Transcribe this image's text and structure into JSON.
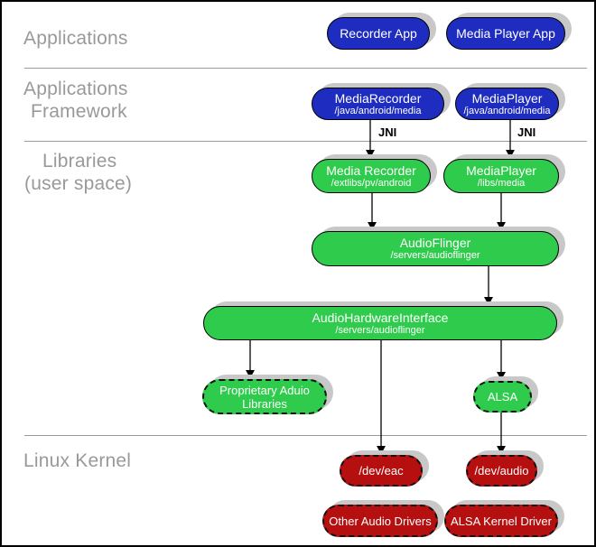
{
  "sections": {
    "applications": {
      "label": "Applications"
    },
    "framework": {
      "line1": "Applications",
      "line2": "Framework"
    },
    "libraries": {
      "line1": "Libraries",
      "line2": "(user space)"
    },
    "kernel": {
      "label": "Linux Kernel"
    }
  },
  "jni": {
    "left": "JNI",
    "right": "JNI"
  },
  "nodes": {
    "recorder_app": {
      "title": "Recorder App"
    },
    "media_player_app": {
      "title": "Media Player App"
    },
    "media_recorder_fw": {
      "title": "MediaRecorder",
      "subtitle": "/java/android/media"
    },
    "media_player_fw": {
      "title": "MediaPlayer",
      "subtitle": "/java/android/media"
    },
    "media_recorder_lib": {
      "title": "Media Recorder",
      "subtitle": "/extlibs/pv/android"
    },
    "media_player_lib": {
      "title": "MediaPlayer",
      "subtitle": "/libs/media"
    },
    "audio_flinger": {
      "title": "AudioFlinger",
      "subtitle": "/servers/audioflinger"
    },
    "audio_hardware_interface": {
      "title": "AudioHardwareInterface",
      "subtitle": "/servers/audioflinger"
    },
    "proprietary_audio_libraries": {
      "title": "Proprietary Aduio Libraries"
    },
    "alsa": {
      "title": "ALSA"
    },
    "dev_eac": {
      "title": "/dev/eac"
    },
    "dev_audio": {
      "title": "/dev/audio"
    },
    "other_audio_drivers": {
      "title": "Other Audio Drivers"
    },
    "alsa_kernel_driver": {
      "title": "ALSA Kernel Driver"
    }
  },
  "colors": {
    "blue": "#1e2cc0",
    "green": "#2fcb4c",
    "red": "#b50f0f",
    "shadow": "#c8c8c8",
    "label_gray": "#999999"
  }
}
